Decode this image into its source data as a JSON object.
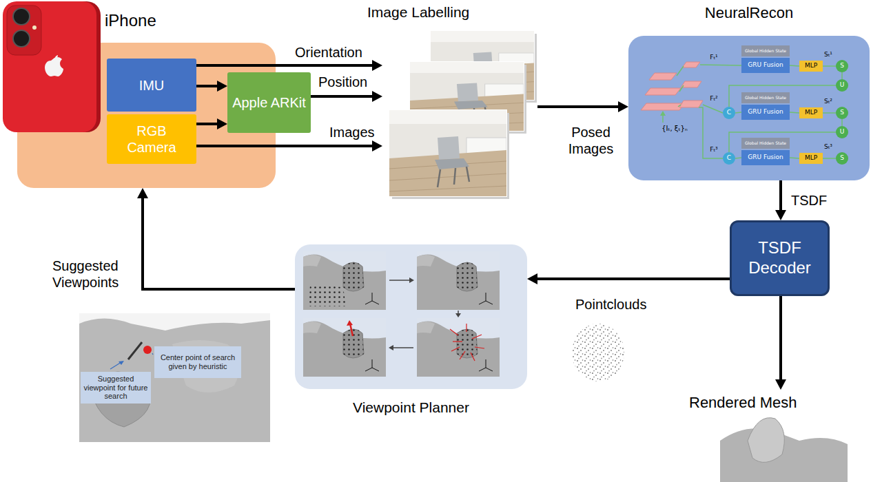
{
  "diagram": {
    "nodes": [
      {
        "text": [
          "iPhone"
        ]
      },
      {
        "text": [
          "IMU"
        ],
        "in": 0
      },
      {
        "text": [
          "RGB Camera"
        ],
        "in": 0
      },
      {
        "text": [
          "Apple ARKit"
        ],
        "in": 0
      },
      {
        "text": [
          "Image Labelling"
        ]
      },
      {
        "text": [
          "NeuralRecon"
        ]
      },
      {
        "text": [
          "TSDF Decoder"
        ]
      },
      {
        "text": [
          "Viewpoint Planner"
        ]
      },
      {
        "text": [
          "Center point of search given by heuristic"
        ]
      },
      {
        "text": [
          "Suggested viewpoint for future search"
        ]
      },
      {
        "text": [
          "Rendered Mesh"
        ]
      }
    ],
    "edges": [
      {
        "from": 1,
        "to": 3,
        "arrow": "to"
      },
      {
        "from": 2,
        "to": 3,
        "arrow": "to"
      },
      {
        "from": 1,
        "to": 4,
        "label": "Orientation",
        "arrow": "to"
      },
      {
        "from": 3,
        "to": 4,
        "label": "Position",
        "arrow": "to"
      },
      {
        "from": 2,
        "to": 4,
        "label": "Images",
        "arrow": "to"
      },
      {
        "from": 4,
        "to": 5,
        "label": "Posed Images",
        "arrow": "to"
      },
      {
        "from": 5,
        "to": 6,
        "label": "TSDF",
        "arrow": "to"
      },
      {
        "from": 6,
        "to": 7,
        "label": "Pointclouds",
        "arrow": "to"
      },
      {
        "from": 6,
        "to": 10,
        "arrow": "to"
      },
      {
        "from": 7,
        "to": 0,
        "label": "Suggested Viewpoints",
        "arrow": "to"
      }
    ],
    "labels": [
      "Fₜ¹",
      "Global Hidden State",
      "GRU Fusion",
      "MLP",
      "Sₜ¹",
      "S",
      "U",
      "Fₜ²",
      "C",
      "Global Hidden State",
      "GRU Fusion",
      "MLP",
      "Sₜ²",
      "S",
      "U",
      "Fₜ³",
      "C",
      "Global Hidden State",
      "GRU Fusion",
      "MLP",
      "Sₜ³",
      "S",
      "{Iₜ, ξₜ}ₙ"
    ]
  }
}
